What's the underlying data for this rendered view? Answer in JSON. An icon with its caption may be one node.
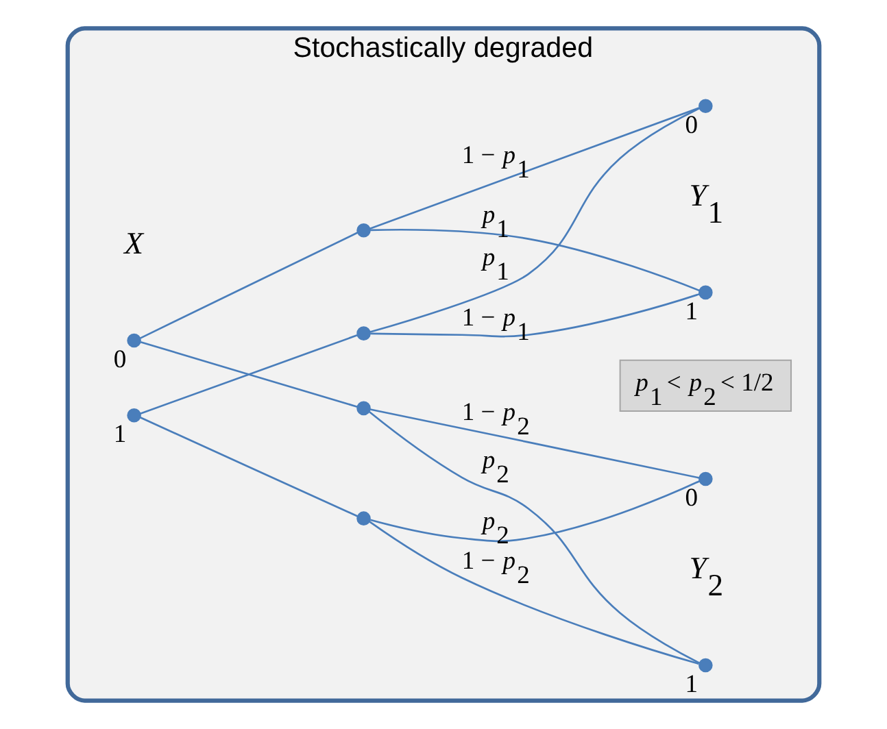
{
  "diagram": {
    "nodes": [
      {
        "text": [
          "Stochastically degraded"
        ]
      },
      {
        "text": [],
        "shape": "circle",
        "beside": [
          "0"
        ],
        "in": 0
      },
      {
        "text": [],
        "shape": "circle",
        "beside": [
          "1"
        ],
        "in": 0
      },
      {
        "text": [],
        "shape": "circle",
        "in": 0
      },
      {
        "text": [],
        "shape": "circle",
        "in": 0
      },
      {
        "text": [],
        "shape": "circle",
        "in": 0
      },
      {
        "text": [],
        "shape": "circle",
        "in": 0
      },
      {
        "text": [],
        "shape": "circle",
        "beside": [
          "0"
        ],
        "in": 0
      },
      {
        "text": [],
        "shape": "circle",
        "beside": [
          "1"
        ],
        "in": 0
      },
      {
        "text": [],
        "shape": "circle",
        "beside": [
          "0"
        ],
        "in": 0
      },
      {
        "text": [],
        "shape": "circle",
        "beside": [
          "1"
        ],
        "in": 0
      },
      {
        "text": [
          "*p*$_{1}$ < *p*$_{2}$ < 1/2"
        ],
        "in": 0
      }
    ],
    "edges": [
      {
        "from": 1,
        "to": 3,
        "arrow": "none"
      },
      {
        "from": 1,
        "to": 5,
        "arrow": "none"
      },
      {
        "from": 2,
        "to": 4,
        "arrow": "none"
      },
      {
        "from": 2,
        "to": 6,
        "arrow": "none"
      },
      {
        "from": 3,
        "to": 7,
        "arrow": "none",
        "label": "1 − *p*$_{1}$"
      },
      {
        "from": 3,
        "to": 8,
        "arrow": "none",
        "label": "*p*$_{1}$"
      },
      {
        "from": 4,
        "to": 7,
        "arrow": "none",
        "label": "*p*$_{1}$"
      },
      {
        "from": 4,
        "to": 8,
        "arrow": "none",
        "label": "1 − *p*$_{1}$"
      },
      {
        "from": 5,
        "to": 9,
        "arrow": "none",
        "label": "1 − *p*$_{2}$"
      },
      {
        "from": 5,
        "to": 10,
        "arrow": "none",
        "label": "*p*$_{2}$"
      },
      {
        "from": 6,
        "to": 9,
        "arrow": "none",
        "label": "*p*$_{2}$"
      },
      {
        "from": 6,
        "to": 10,
        "arrow": "none",
        "label": "1 − *p*$_{2}$"
      }
    ],
    "labels": [
      "*X*",
      "*Y*$_{1}$",
      "*Y*$_{2}$"
    ]
  }
}
